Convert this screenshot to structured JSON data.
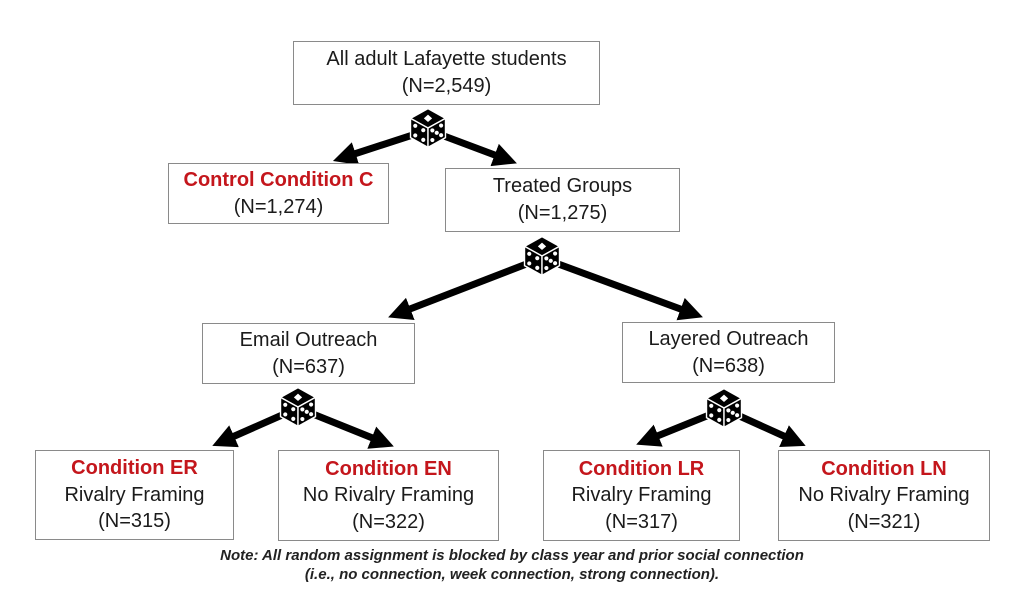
{
  "diagram": {
    "title_context": "Random assignment flowchart",
    "nodes": {
      "root": {
        "title": "All adult Lafayette students",
        "n": "(N=2,549)"
      },
      "control": {
        "title": "Control Condition C",
        "n": "(N=1,274)"
      },
      "treated": {
        "title": "Treated Groups",
        "n": "(N=1,275)"
      },
      "email": {
        "title": "Email Outreach",
        "n": "(N=637)"
      },
      "layered": {
        "title": "Layered Outreach",
        "n": "(N=638)"
      },
      "er": {
        "title": "Condition ER",
        "subtitle": "Rivalry Framing",
        "n": "(N=315)"
      },
      "en": {
        "title": "Condition EN",
        "subtitle": "No Rivalry Framing",
        "n": "(N=322)"
      },
      "lr": {
        "title": "Condition LR",
        "subtitle": "Rivalry Framing",
        "n": "(N=317)"
      },
      "ln": {
        "title": "Condition LN",
        "subtitle": "No Rivalry Framing",
        "n": "(N=321)"
      }
    },
    "note": {
      "line1": "Note: All random assignment is blocked by class year and prior social connection",
      "line2": "(i.e., no connection, week connection, strong connection)."
    },
    "icons": {
      "split": "dice-icon"
    },
    "colors": {
      "highlight_red": "#c4161c",
      "text_black": "#1b1b1b",
      "box_border": "#8a8a8a",
      "arrow_black": "#000000"
    }
  }
}
